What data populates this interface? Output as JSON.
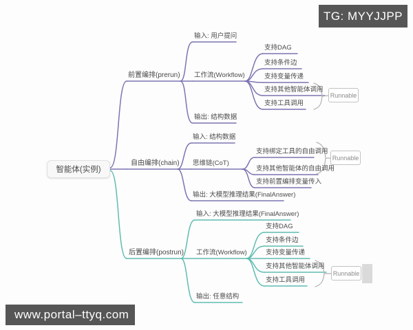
{
  "overlays": {
    "tg_badge": "TG: MYYJJPP",
    "watermark": "www.portal–ttyq.com"
  },
  "colors": {
    "branch_purple": "#7b74b2",
    "branch_teal": "#5fbcb0",
    "brace_gray": "#b3b3b3",
    "overlay_bg": "#565656",
    "label_text": "#4b4b4b",
    "runnable_text": "#8a8a8a"
  },
  "map": {
    "root": "智能体(实例)",
    "branches": [
      {
        "label": "前置编排(prerun)",
        "children": [
          {
            "label": "输入: 用户提问"
          },
          {
            "label": "工作流(Workflow)",
            "annotation": "Runnable",
            "children": [
              {
                "label": "支持DAG"
              },
              {
                "label": "支持条件边"
              },
              {
                "label": "支持变量传递"
              },
              {
                "label": "支持其他智能体调用"
              },
              {
                "label": "支持工具调用"
              }
            ]
          },
          {
            "label": "输出: 结构数据"
          }
        ]
      },
      {
        "label": "自由编排(chain)",
        "children": [
          {
            "label": "输入: 结构数据"
          },
          {
            "label": "思维链(CoT)",
            "annotation": "Runnable",
            "children": [
              {
                "label": "支持绑定工具的自由调用"
              },
              {
                "label": "支持其他智能体的自由调用"
              },
              {
                "label": "支持前置编排变量传入"
              }
            ]
          },
          {
            "label": "输出: 大模型推理结果(FinalAnswer)"
          }
        ]
      },
      {
        "label": "后置编排(postrun)",
        "children": [
          {
            "label": "输入: 大模型推理结果(FinalAnswer)"
          },
          {
            "label": "工作流(Workflow)",
            "annotation": "Runnable",
            "children": [
              {
                "label": "支持DAG"
              },
              {
                "label": "支持条件边"
              },
              {
                "label": "支持变量传递"
              },
              {
                "label": "支持其他智能体调用"
              },
              {
                "label": "支持工具调用"
              }
            ]
          },
          {
            "label": "输出: 任意结构"
          }
        ]
      }
    ]
  }
}
